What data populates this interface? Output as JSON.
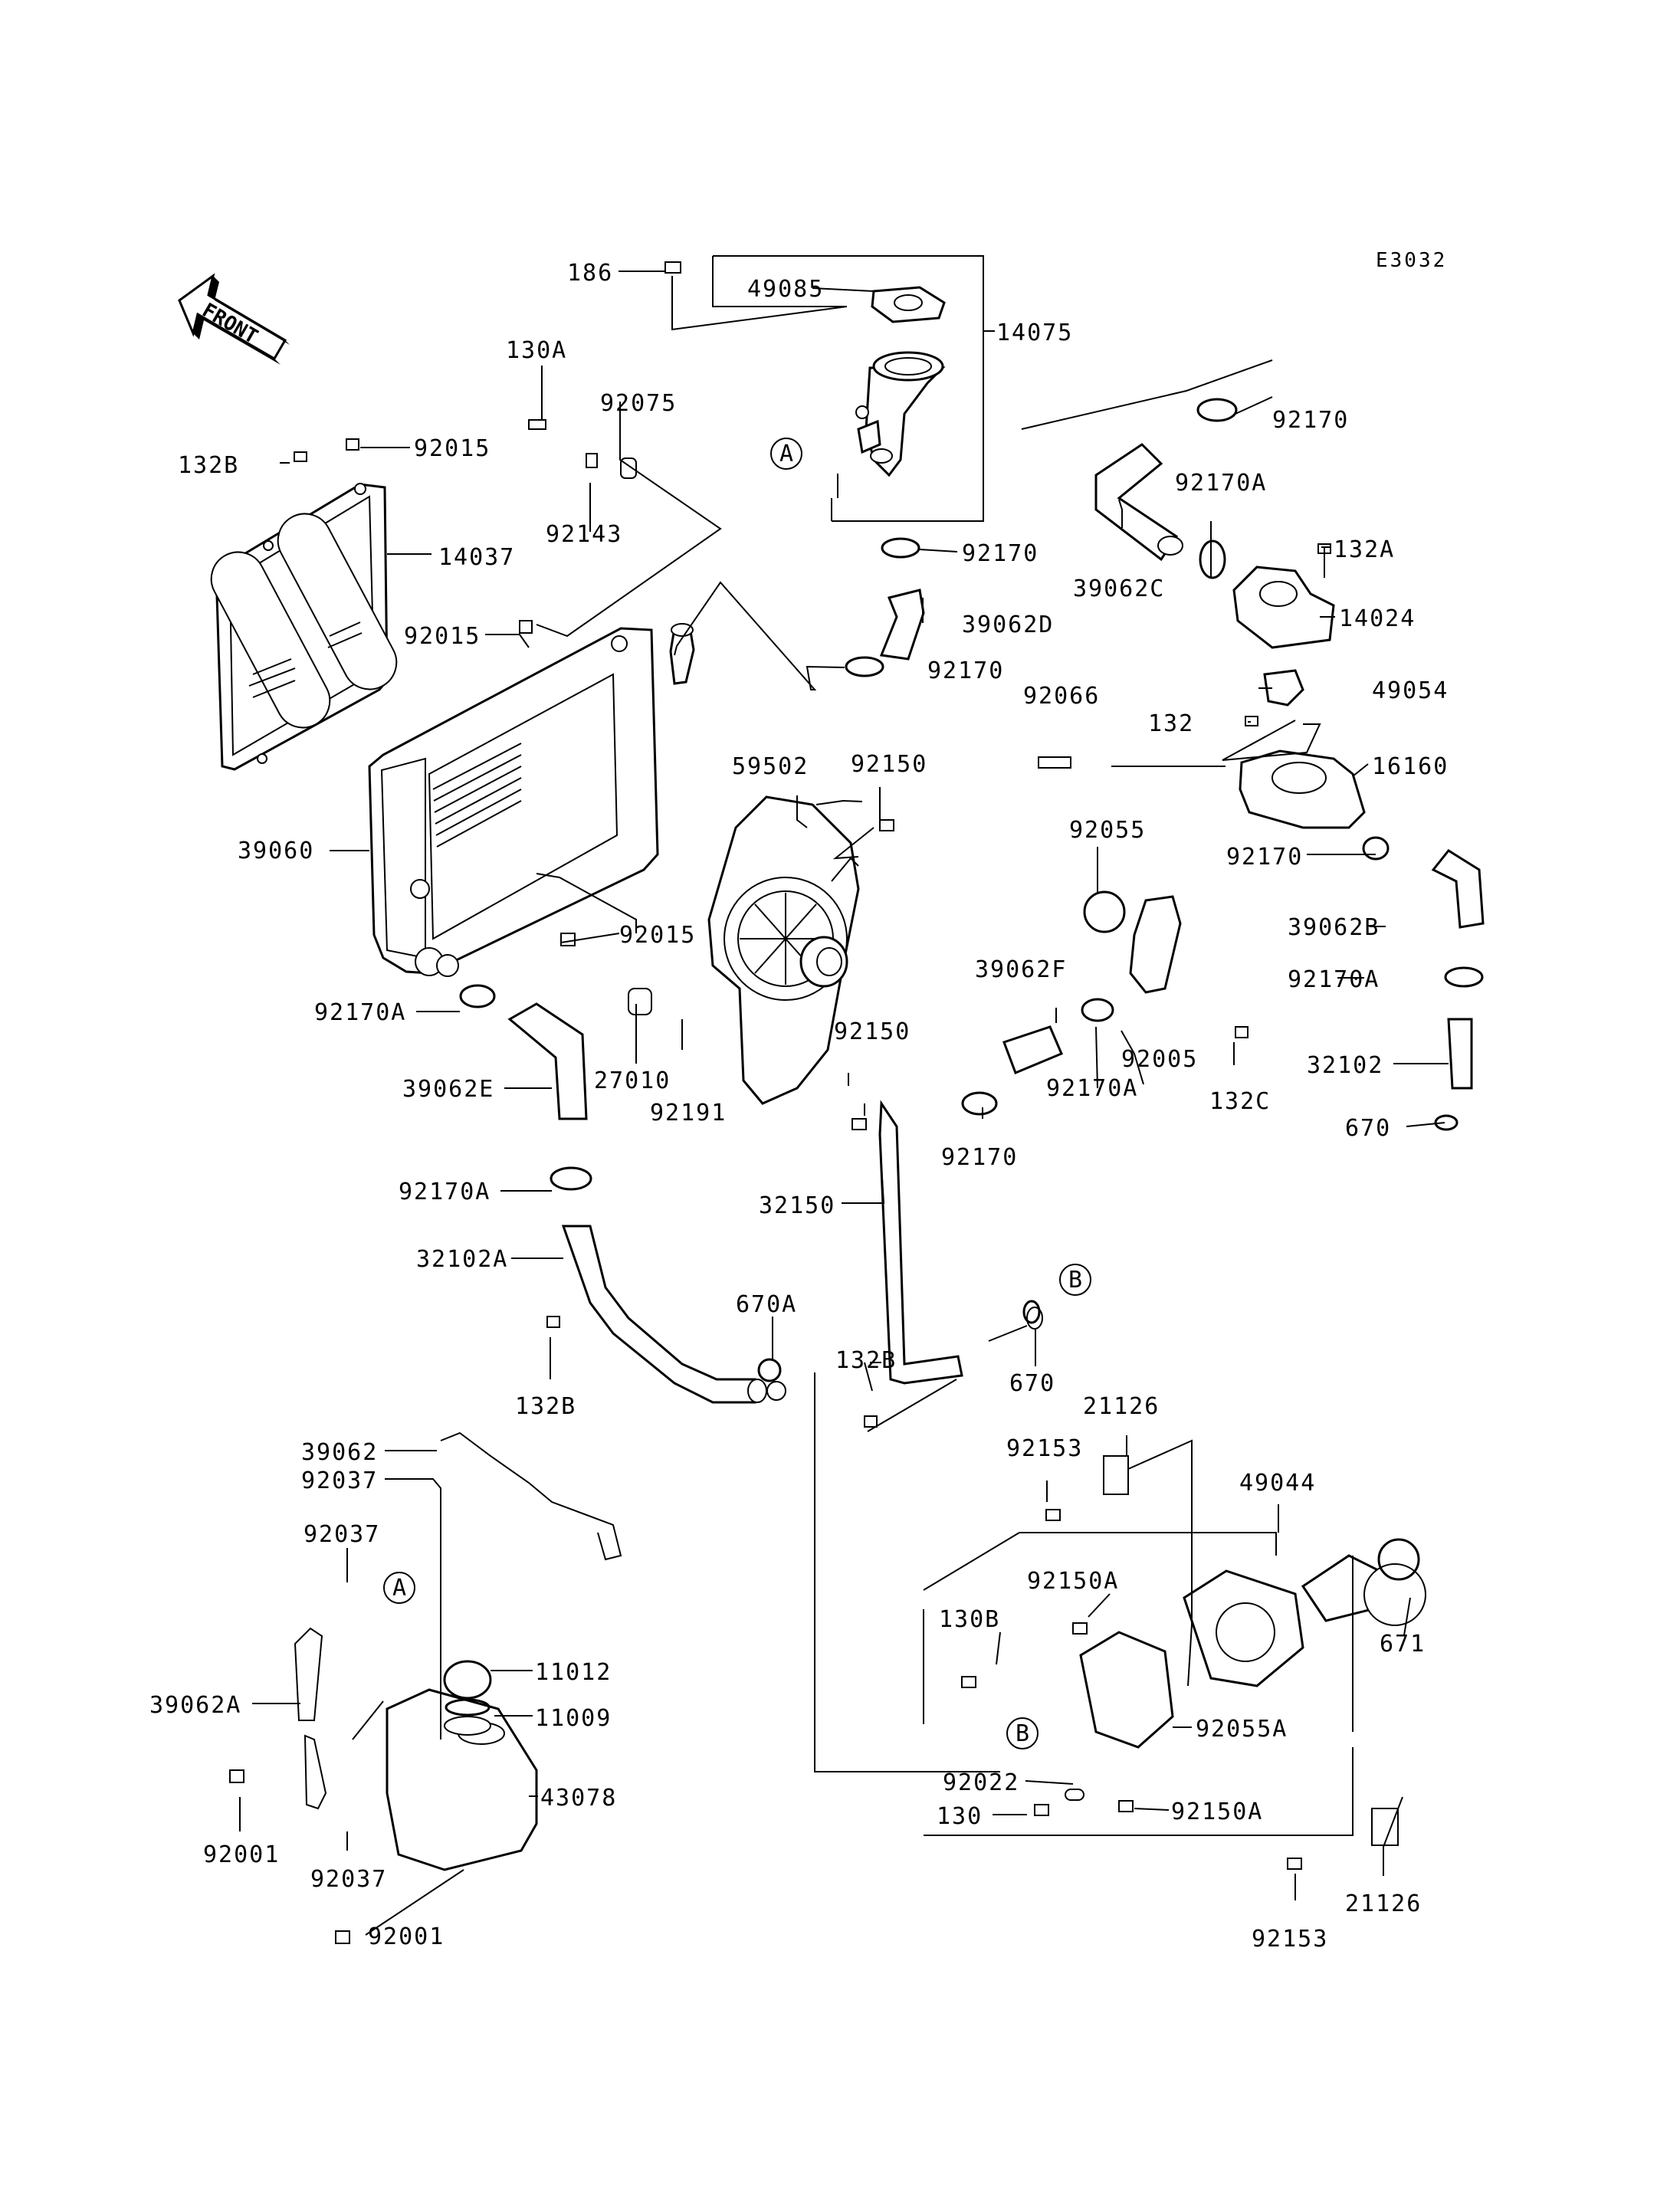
{
  "diagram_code": "E3032",
  "front_marker": "FRONT",
  "callouts": {
    "a": "A",
    "b": "B"
  },
  "labels": {
    "l186": "186",
    "l49085": "49085",
    "l14075": "14075",
    "l130A": "130A",
    "l92075": "92075",
    "l92170_a": "92170",
    "l92015_a": "92015",
    "l132B_a": "132B",
    "l92143": "92143",
    "l92170A_a": "92170A",
    "l132A": "132A",
    "l14037": "14037",
    "l92170_b": "92170",
    "l39062C": "39062C",
    "l14024": "14024",
    "l92015_b": "92015",
    "l39062D": "39062D",
    "l92170_c": "92170",
    "l49054": "49054",
    "l92066": "92066",
    "l132": "132",
    "l16160": "16160",
    "l59502": "59502",
    "l92150_a": "92150",
    "l39060": "39060",
    "l92055": "92055",
    "l92170_d": "92170",
    "l92015_c": "92015",
    "l39062B": "39062B",
    "l39062F": "39062F",
    "l92170A_b": "92170A",
    "l92170A_c": "92170A",
    "l92150_b": "92150",
    "l32102": "32102",
    "l92005": "92005",
    "l39062E": "39062E",
    "l27010": "27010",
    "l92170A_d": "92170A",
    "l132C": "132C",
    "l92191": "92191",
    "l92170_e": "92170",
    "l670_a": "670",
    "l92170A_e": "92170A",
    "l32150": "32150",
    "l32102A": "32102A",
    "l670A": "670A",
    "l132B_b": "132B",
    "l670_b": "670",
    "l132B_c": "132B",
    "l21126_a": "21126",
    "l39062": "39062",
    "l92153_a": "92153",
    "l92037_a": "92037",
    "l49044": "49044",
    "l92037_b": "92037",
    "l92150A_a": "92150A",
    "l130B": "130B",
    "l671": "671",
    "l11012": "11012",
    "l39062A": "39062A",
    "l11009": "11009",
    "l92055A": "92055A",
    "l43078": "43078",
    "l92022": "92022",
    "l92001_a": "92001",
    "l130": "130",
    "l92150A_b": "92150A",
    "l92037_c": "92037",
    "l21126_b": "21126",
    "l92001_b": "92001",
    "l92153_b": "92153"
  }
}
